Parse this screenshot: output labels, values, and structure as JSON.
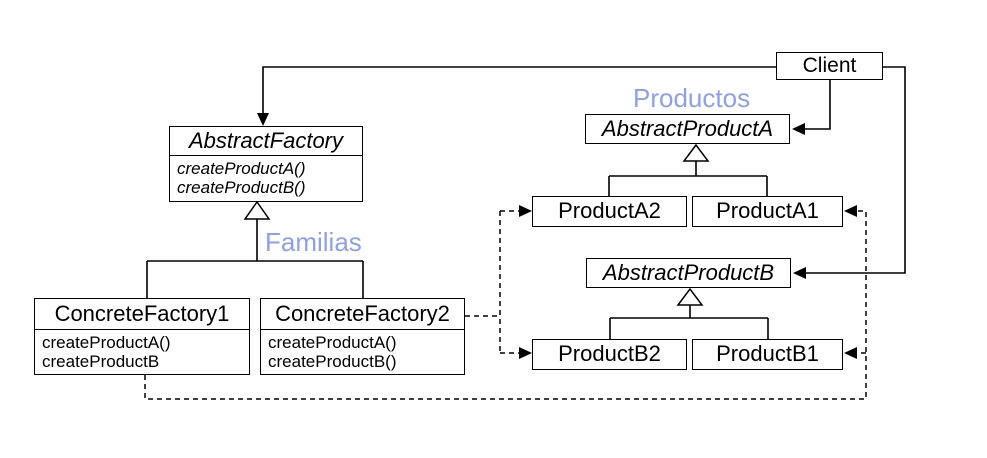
{
  "diagram_title": "Abstract Factory UML class diagram",
  "colors": {
    "line": "#000000",
    "box_fill": "#ffffff",
    "label_blue": "#8d9fee",
    "background": "#ffffff"
  },
  "labels": {
    "productos": "Productos",
    "familias": "Familias"
  },
  "classes": {
    "client": {
      "title": "Client"
    },
    "abstract_factory": {
      "title": "AbstractFactory",
      "methods": [
        "createProductA()",
        "createProductB()"
      ]
    },
    "concrete_factory1": {
      "title": "ConcreteFactory1",
      "methods": [
        "createProductA()",
        "createProductB"
      ]
    },
    "concrete_factory2": {
      "title": "ConcreteFactory2",
      "methods": [
        "createProductA()",
        "createProductB()"
      ]
    },
    "abstract_product_a": {
      "title": "AbstractProductA"
    },
    "product_a2": {
      "title": "ProductA2"
    },
    "product_a1": {
      "title": "ProductA1"
    },
    "abstract_product_b": {
      "title": "AbstractProductB"
    },
    "product_b2": {
      "title": "ProductB2"
    },
    "product_b1": {
      "title": "ProductB1"
    }
  },
  "relationships": [
    {
      "from": "Client",
      "to": "AbstractFactory",
      "style": "solid-arrow"
    },
    {
      "from": "Client",
      "to": "AbstractProductA",
      "style": "solid-arrow"
    },
    {
      "from": "Client",
      "to": "AbstractProductB",
      "style": "solid-arrow"
    },
    {
      "from": "ProductA2",
      "to": "AbstractProductA",
      "style": "inheritance"
    },
    {
      "from": "ProductA1",
      "to": "AbstractProductA",
      "style": "inheritance"
    },
    {
      "from": "ProductB2",
      "to": "AbstractProductB",
      "style": "inheritance"
    },
    {
      "from": "ProductB1",
      "to": "AbstractProductB",
      "style": "inheritance"
    },
    {
      "from": "ConcreteFactory1",
      "to": "AbstractFactory",
      "style": "inheritance"
    },
    {
      "from": "ConcreteFactory2",
      "to": "AbstractFactory",
      "style": "inheritance"
    },
    {
      "from": "ConcreteFactory2",
      "to": "ProductA2",
      "style": "dashed-arrow"
    },
    {
      "from": "ConcreteFactory2",
      "to": "ProductB2",
      "style": "dashed-arrow"
    },
    {
      "from": "ConcreteFactory1",
      "to": "ProductA1",
      "style": "dashed-arrow"
    },
    {
      "from": "ConcreteFactory1",
      "to": "ProductB1",
      "style": "dashed-arrow"
    }
  ]
}
